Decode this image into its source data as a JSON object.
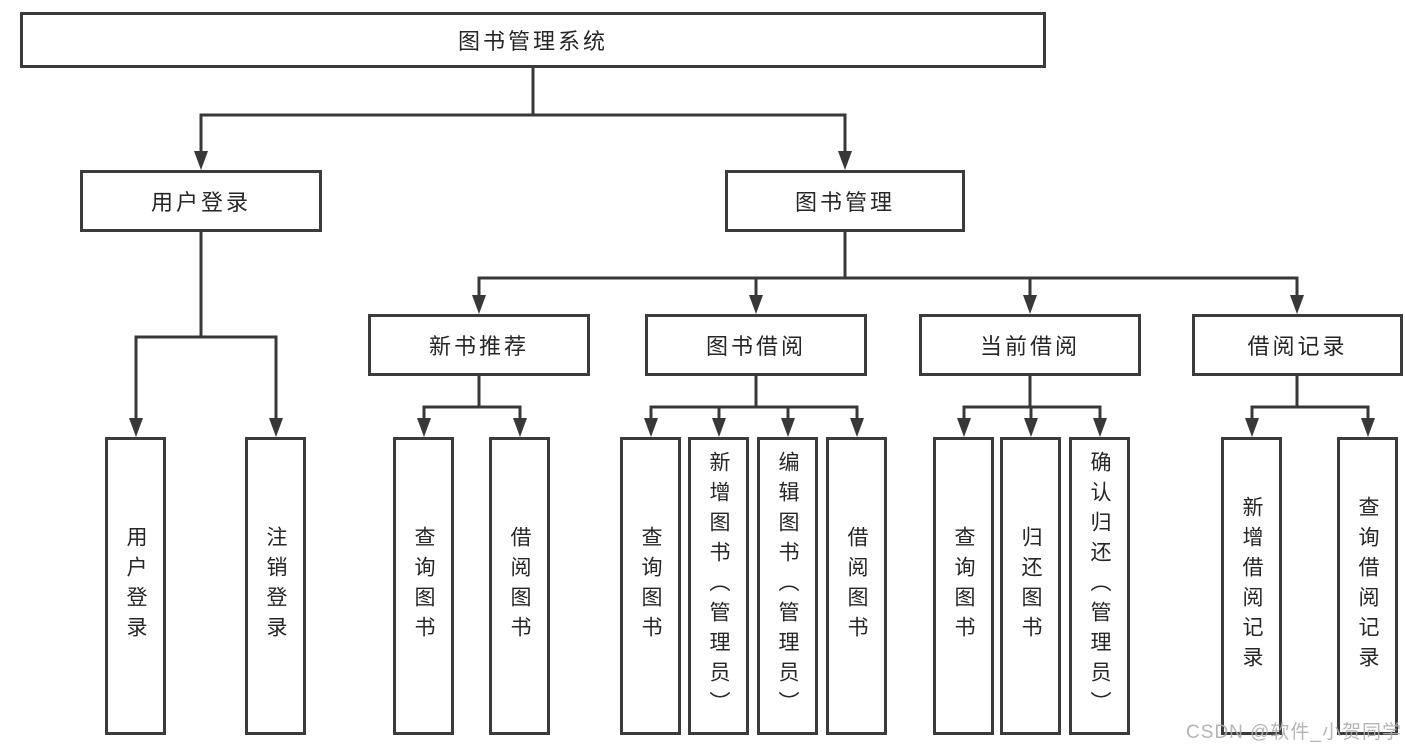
{
  "page": {
    "watermark": "CSDN @软件_小贺同学"
  },
  "colors": {
    "line": "#383838",
    "box_border": "#3b3b3b",
    "box_fill": "#ffffff",
    "text": "#262626",
    "watermark": "#aeaeae"
  },
  "tree": {
    "root": "图书管理系统",
    "branches": [
      {
        "label": "用户登录",
        "leaves": [
          "用户登录",
          "注销登录"
        ]
      },
      {
        "label": "图书管理",
        "groups": [
          {
            "label": "新书推荐",
            "leaves": [
              "查询图书",
              "借阅图书"
            ]
          },
          {
            "label": "图书借阅",
            "leaves": [
              "查询图书",
              "新增图书（管理员）",
              "编辑图书（管理员）",
              "借阅图书"
            ]
          },
          {
            "label": "当前借阅",
            "leaves": [
              "查询图书",
              "归还图书",
              "确认归还（管理员）"
            ]
          },
          {
            "label": "借阅记录",
            "leaves": [
              "新增借阅记录",
              "查询借阅记录"
            ]
          }
        ]
      }
    ]
  }
}
